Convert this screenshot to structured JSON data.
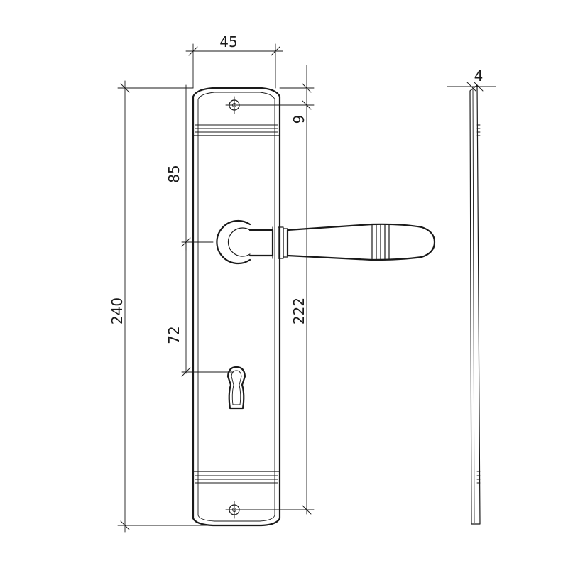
{
  "dimensions": {
    "plate_width": "45",
    "top_screw_offset": "9",
    "top_to_handle": "85",
    "overall_length": "240",
    "screw_spacing": "222",
    "handle_to_keyhole": "72",
    "plate_thickness": "4"
  }
}
